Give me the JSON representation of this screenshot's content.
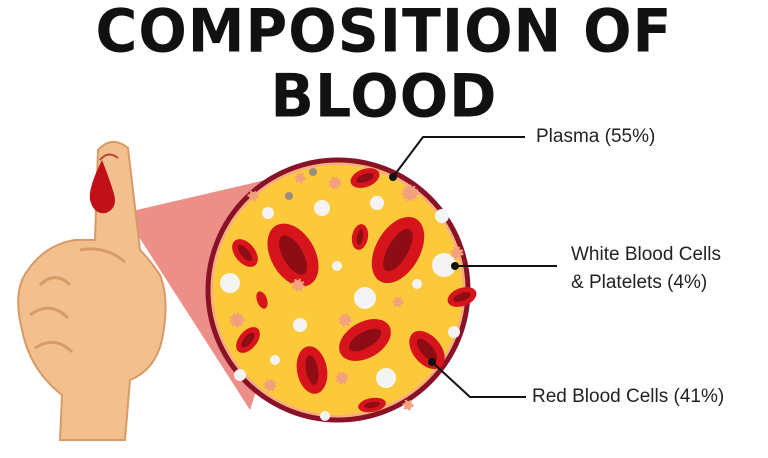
{
  "title": "COMPOSITION OF BLOOD",
  "labels": {
    "plasma": "Plasma (55%)",
    "wbc_line1": "White Blood Cells",
    "wbc_line2": "& Platelets (4%)",
    "rbc": "Red Blood Cells (41%)"
  },
  "colors": {
    "plasma": "#fcc93a",
    "rim": "#8a1228",
    "red_cell": "#d7141c",
    "platelet": "#f2a07e",
    "skin": "#f2c08f"
  }
}
